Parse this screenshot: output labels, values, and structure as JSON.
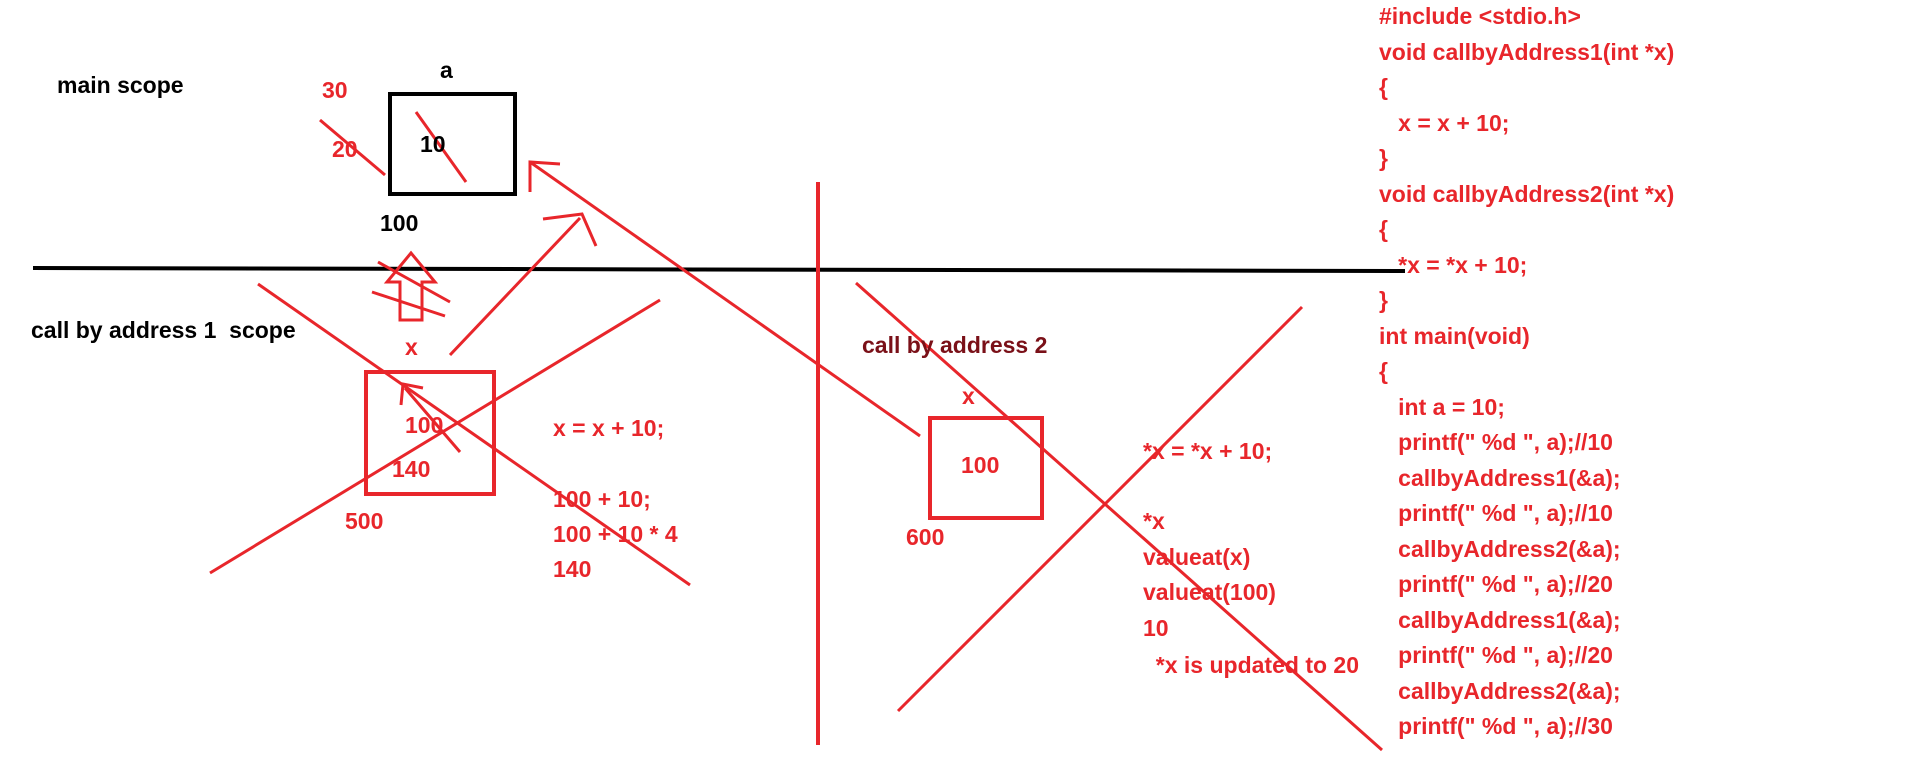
{
  "colors": {
    "ink": "#000000",
    "red": "#e8262b",
    "dark_red": "#7a1018"
  },
  "labels": {
    "main_scope": "main scope",
    "var_a": "a",
    "a_value_10": "10",
    "a_value_20": "20",
    "a_value_30": "30",
    "a_address": "100",
    "call1_scope": "call by address 1  scope",
    "call1_param": "x",
    "call1_box_value_100": "100",
    "call1_box_value_140": "140",
    "call1_address": "500",
    "call2_scope": "call by address 2",
    "call2_param": "x",
    "call2_box_value": "100",
    "call2_address": "600"
  },
  "notes_call1": [
    "x = x + 10;",
    "",
    "100 + 10;",
    "100 + 10 * 4",
    "140"
  ],
  "notes_call2": [
    "*x = *x + 10;",
    "",
    "*x",
    "valueat(x)",
    "valueat(100)",
    "10",
    "  *x is updated to 20"
  ],
  "code_lines": [
    "#include <stdio.h>",
    "void callbyAddress1(int *x)",
    "{",
    "   x = x + 10;",
    "}",
    "void callbyAddress2(int *x)",
    "{",
    "   *x = *x + 10;",
    "}",
    "int main(void)",
    "{",
    "   int a = 10;",
    "   printf(\" %d \", a);//10",
    "   callbyAddress1(&a);",
    "   printf(\" %d \", a);//10",
    "   callbyAddress2(&a);",
    "   printf(\" %d \", a);//20",
    "   callbyAddress1(&a);",
    "   printf(\" %d \", a);//20",
    "   callbyAddress2(&a);",
    "   printf(\" %d \", a);//30"
  ]
}
